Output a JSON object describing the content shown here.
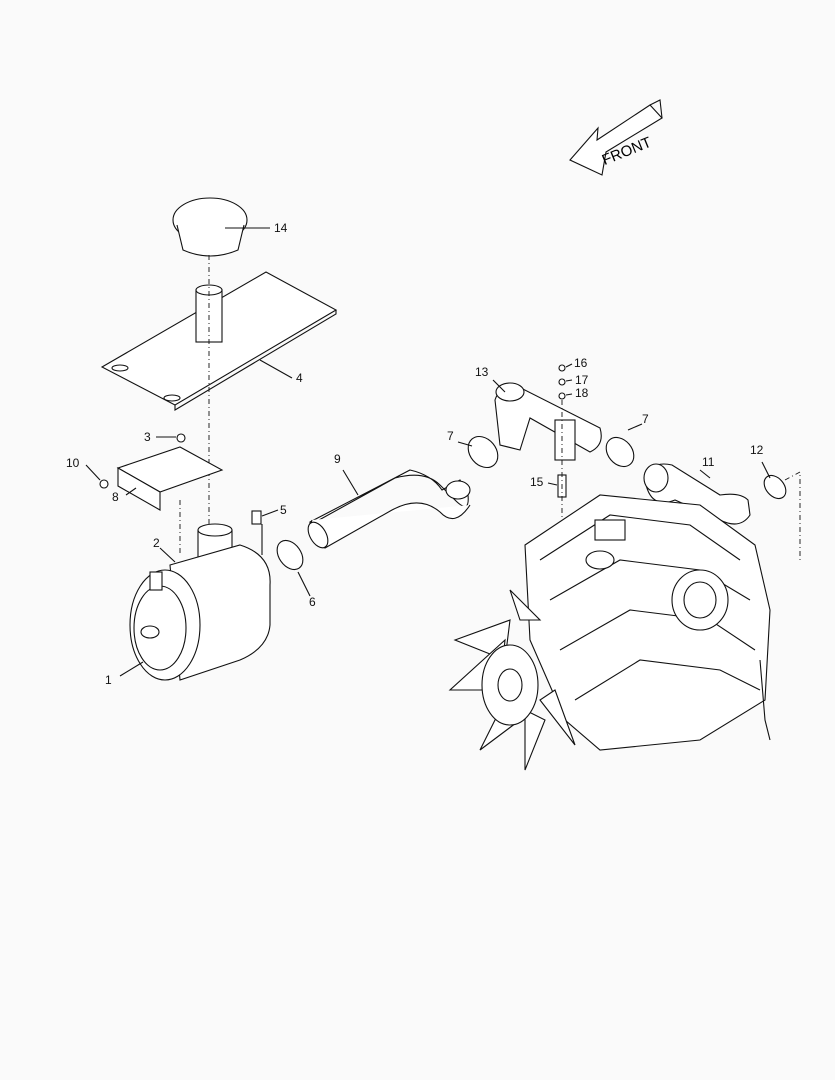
{
  "direction_arrow": {
    "label": "FRONT"
  },
  "callouts": [
    {
      "id": "c14",
      "label": "14"
    },
    {
      "id": "c4",
      "label": "4"
    },
    {
      "id": "c3",
      "label": "3"
    },
    {
      "id": "c10",
      "label": "10"
    },
    {
      "id": "c8",
      "label": "8"
    },
    {
      "id": "c5",
      "label": "5"
    },
    {
      "id": "c2",
      "label": "2"
    },
    {
      "id": "c6",
      "label": "6"
    },
    {
      "id": "c1",
      "label": "1"
    },
    {
      "id": "c9",
      "label": "9"
    },
    {
      "id": "c7a",
      "label": "7"
    },
    {
      "id": "c13",
      "label": "13"
    },
    {
      "id": "c16",
      "label": "16"
    },
    {
      "id": "c17",
      "label": "17"
    },
    {
      "id": "c18",
      "label": "18"
    },
    {
      "id": "c7b",
      "label": "7"
    },
    {
      "id": "c11",
      "label": "11"
    },
    {
      "id": "c12",
      "label": "12"
    },
    {
      "id": "c15",
      "label": "15"
    }
  ]
}
